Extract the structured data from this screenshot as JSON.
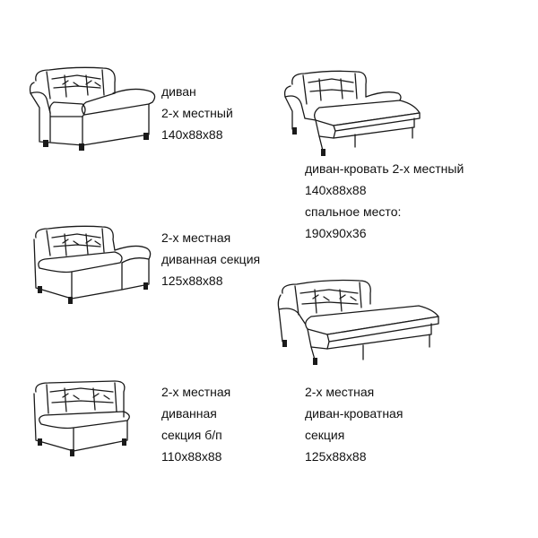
{
  "items": [
    {
      "name": "sofa-2-seat",
      "lines": [
        "диван",
        "2-х местный",
        "140x88x88"
      ]
    },
    {
      "name": "sofa-bed-2-seat",
      "lines": [
        "диван-кровать 2-х местный",
        "140x88x88",
        "спальное место:",
        "190x90x36"
      ]
    },
    {
      "name": "sofa-section-2-seat",
      "lines": [
        "2-х местная",
        "диванная секция",
        "125x88x88"
      ]
    },
    {
      "name": "sofa-section-no-armrest",
      "lines": [
        "2-х местная",
        "диванная",
        "секция б/п",
        "110x88x88"
      ]
    },
    {
      "name": "sofa-bed-section",
      "lines": [
        "2-х местная",
        "диван-кроватная",
        "секция",
        "125x88x88"
      ]
    }
  ]
}
